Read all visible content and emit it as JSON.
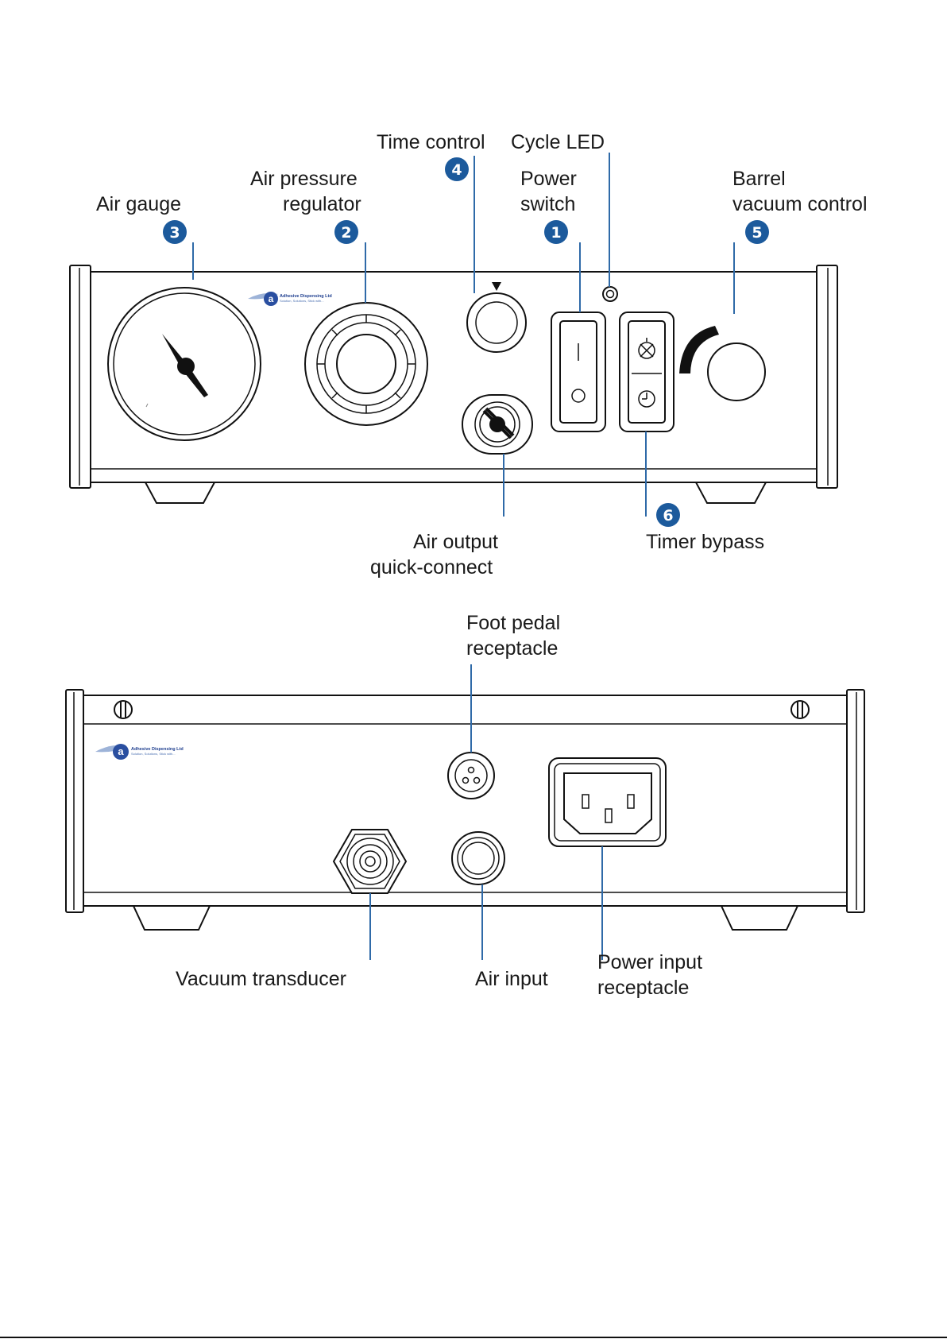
{
  "front_panel": {
    "labels": {
      "air_gauge": "Air gauge",
      "air_pressure_regulator_line1": "Air pressure",
      "air_pressure_regulator_line2": "regulator",
      "time_control": "Time control",
      "cycle_led": "Cycle LED",
      "power_switch_line1": "Power",
      "power_switch_line2": "switch",
      "barrel_vacuum_line1": "Barrel",
      "barrel_vacuum_line2": "vacuum control",
      "air_output_line1": "Air output",
      "air_output_line2": "quick-connect",
      "timer_bypass": "Timer bypass"
    },
    "badges": {
      "power_switch": "1",
      "air_pressure_regulator": "2",
      "air_gauge": "3",
      "time_control": "4",
      "barrel_vacuum": "5",
      "timer_bypass": "6"
    },
    "logo": {
      "letter": "a",
      "name": "Adhesive Dispensing Ltd",
      "tagline": "Solution, Solutions, Stick with..."
    }
  },
  "back_panel": {
    "labels": {
      "foot_pedal_line1": "Foot pedal",
      "foot_pedal_line2": "receptacle",
      "vacuum_transducer": "Vacuum transducer",
      "air_input": "Air input",
      "power_input_line1": "Power input",
      "power_input_line2": "receptacle"
    },
    "logo": {
      "letter": "a",
      "name": "Adhesive Dispensing Ltd",
      "tagline": "Solution, Solutions, Stick with..."
    }
  },
  "colors": {
    "leader_line": "#2f6aa8",
    "badge_fill": "#1c5a9c",
    "outline": "#111111",
    "logo_blue": "#1f3f8f"
  }
}
